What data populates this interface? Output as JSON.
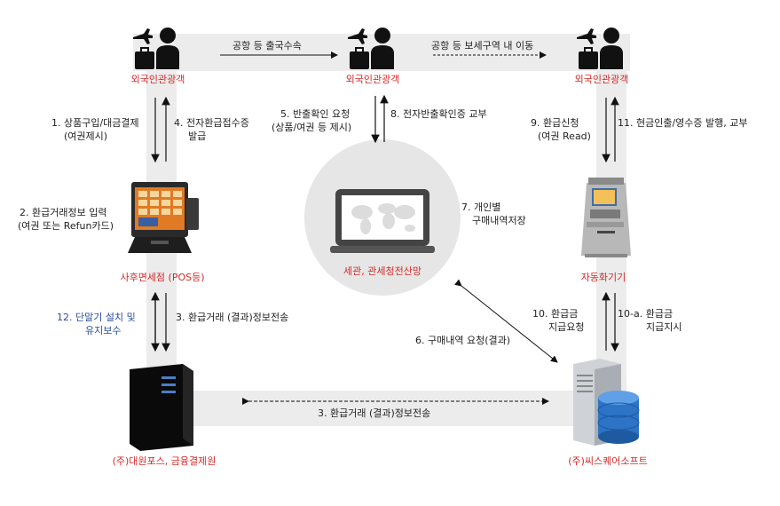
{
  "nodes": {
    "traveler_1": "외국인관광객",
    "traveler_2": "외국인관광객",
    "traveler_3": "외국인관광객",
    "pos": "사후면세점 (POS등)",
    "customs": "세관, 관세청전산망",
    "kiosk": "자동화기기",
    "daewon": "(주)대원포스, 금융결제원",
    "cisoft": "(주)씨스퀘어소프트"
  },
  "flows": {
    "top_1": "공항 등 출국수속",
    "top_2": "공항 등 보세구역 내 이동",
    "s1_line1": "1. 상품구입/대금결제",
    "s1_line2": "(여권제시)",
    "s4_line1": "4. 전자환급접수증",
    "s4_line2": "발급",
    "s5_line1": "5. 반출확인 요청",
    "s5_line2": "(상품/여권 등 제시)",
    "s8": "8. 전자반출확인증 교부",
    "s9_line1": "9.  환급신청",
    "s9_line2": "(여권 Read)",
    "s11": "11. 현금인출/영수증 발행, 교부",
    "s2_line1": "2. 환급거래정보 입력",
    "s2_line2": "(여권 또는 Refun카드)",
    "s7_line1": "7. 개인별",
    "s7_line2": "구매내역저장",
    "s12_line1": "12. 단말기 설치 및",
    "s12_line2": "유지보수",
    "s3_left": "3. 환급거래 (결과)정보전송",
    "s10_line1": "10. 환급금",
    "s10_line2": "지급요청",
    "s10a_line1": "10-a. 환급금",
    "s10a_line2": "지급지시",
    "s6": "6. 구매내역 요청(결과)",
    "s3_bottom": "3. 환급거래 (결과)정보전송"
  },
  "colors": {
    "accent_red": "#d32a2a",
    "maintenance_blue": "#2a4c9c",
    "band_gray": "#ececec",
    "circle_gray": "#e6e6e6"
  }
}
